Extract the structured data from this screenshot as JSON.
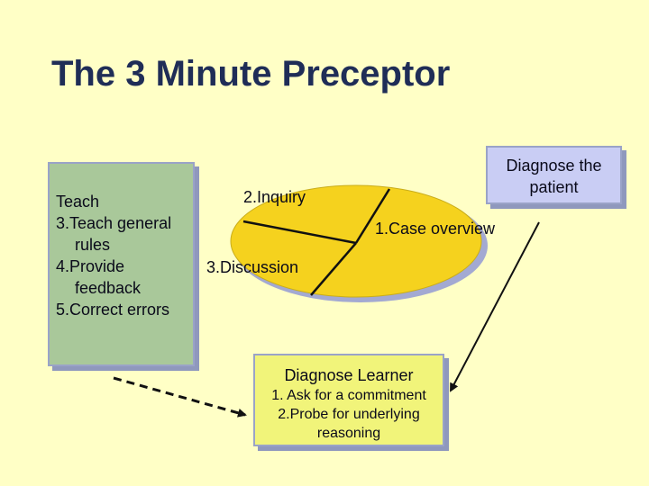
{
  "title": "The 3 Minute Preceptor",
  "teach_box": {
    "lines": [
      {
        "text": "Teach",
        "indent": false
      },
      {
        "text": "3.Teach general",
        "indent": false
      },
      {
        "text": "rules",
        "indent": true
      },
      {
        "text": "4.Provide",
        "indent": false
      },
      {
        "text": "feedback",
        "indent": true
      },
      {
        "text": "5.Correct errors",
        "indent": false
      }
    ]
  },
  "diagnose_patient": {
    "line1": "Diagnose the",
    "line2": "patient"
  },
  "ellipse_labels": {
    "inquiry": "2.Inquiry",
    "case_overview": "1.Case overview",
    "discussion": "3.Discussion"
  },
  "diagnose_learner": {
    "heading": "Diagnose Learner",
    "steps": [
      "1. Ask for a commitment",
      "2.Probe for underlying",
      "reasoning"
    ]
  },
  "colors": {
    "background": "#ffffc6",
    "title": "#1f2d57",
    "teach_box": "#a9c89a",
    "patient_box": "#c9cdf4",
    "learner_box": "#f1f47a",
    "ellipse": "#f5d21e"
  }
}
